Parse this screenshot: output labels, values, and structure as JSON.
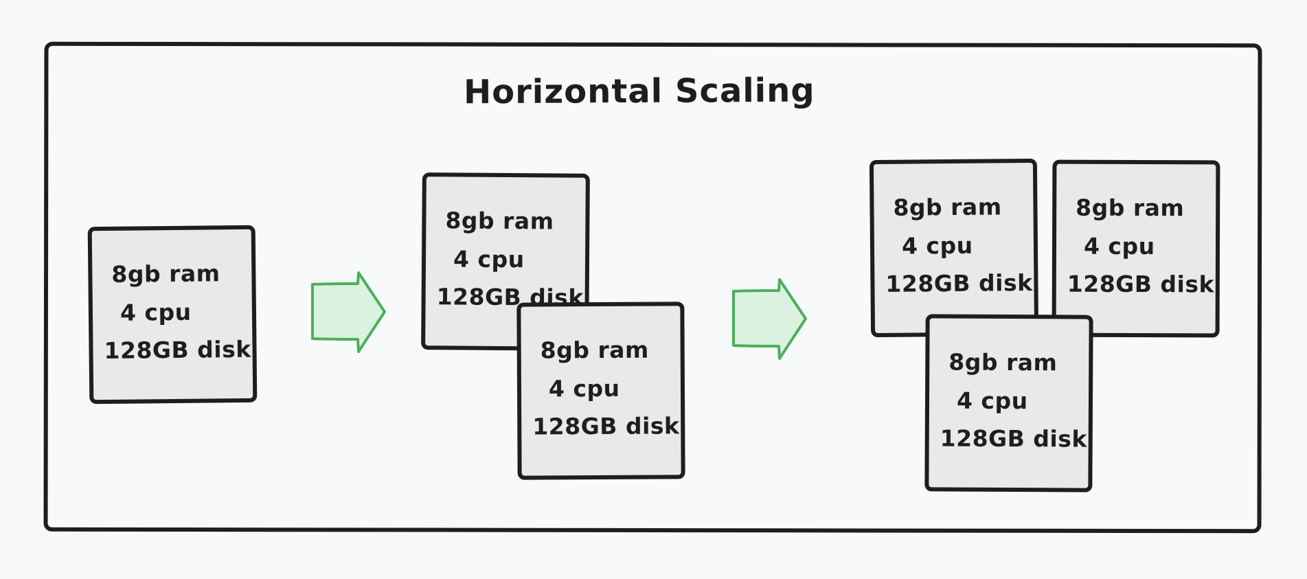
{
  "diagram": {
    "title": "Horizontal Scaling",
    "colors": {
      "stroke": "#1e1e1e",
      "server_fill": "#e9e9e9",
      "arrow_stroke": "#4caf5a",
      "arrow_fill": "#dcf2e0",
      "background": "#f8f9fb"
    },
    "stages": [
      {
        "servers": [
          {
            "ram": "8gb ram",
            "cpu": "4 cpu",
            "disk": "128GB disk"
          }
        ]
      },
      {
        "servers": [
          {
            "ram": "8gb ram",
            "cpu": "4 cpu",
            "disk": "128GB disk"
          },
          {
            "ram": "8gb ram",
            "cpu": "4 cpu",
            "disk": "128GB disk"
          }
        ]
      },
      {
        "servers": [
          {
            "ram": "8gb ram",
            "cpu": "4 cpu",
            "disk": "128GB disk"
          },
          {
            "ram": "8gb ram",
            "cpu": "4 cpu",
            "disk": "128GB disk"
          },
          {
            "ram": "8gb ram",
            "cpu": "4 cpu",
            "disk": "128GB disk"
          }
        ]
      }
    ],
    "arrows": [
      {
        "icon": "arrow-right-icon"
      },
      {
        "icon": "arrow-right-icon"
      }
    ]
  }
}
